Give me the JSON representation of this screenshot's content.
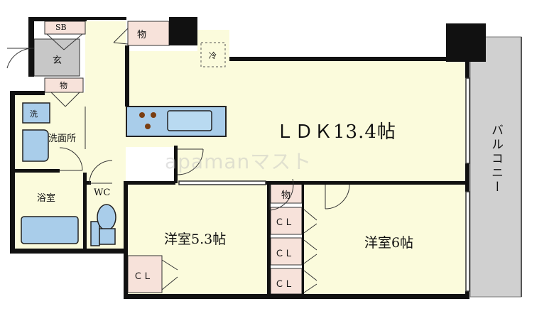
{
  "rooms": {
    "ldk": "ＬＤＫ13.4帖",
    "western_a": "洋室5.3帖",
    "western_b": "洋室6帖",
    "bath": "浴室",
    "washroom": "洗面所",
    "wc": "WC",
    "entrance": "玄",
    "balcony": "バルコニー"
  },
  "storage": {
    "sb": "SB",
    "closet_entrance": "物",
    "closet_hall": "物",
    "closet_bedroom": "物",
    "cl_a": "ＣＬ",
    "cl_b1": "ＣＬ",
    "cl_b2": "ＣＬ",
    "cl_b3": "ＣＬ"
  },
  "fixtures": {
    "fridge": "冷",
    "washer": "洗"
  },
  "watermark": "apamanマスト",
  "colors": {
    "floor": "#fbfbdc",
    "wall": "#111111",
    "storage": "#f7e2da",
    "blue": "#a9cdea",
    "balcony": "#d0d0d0",
    "entrance": "#c7c7c7"
  }
}
